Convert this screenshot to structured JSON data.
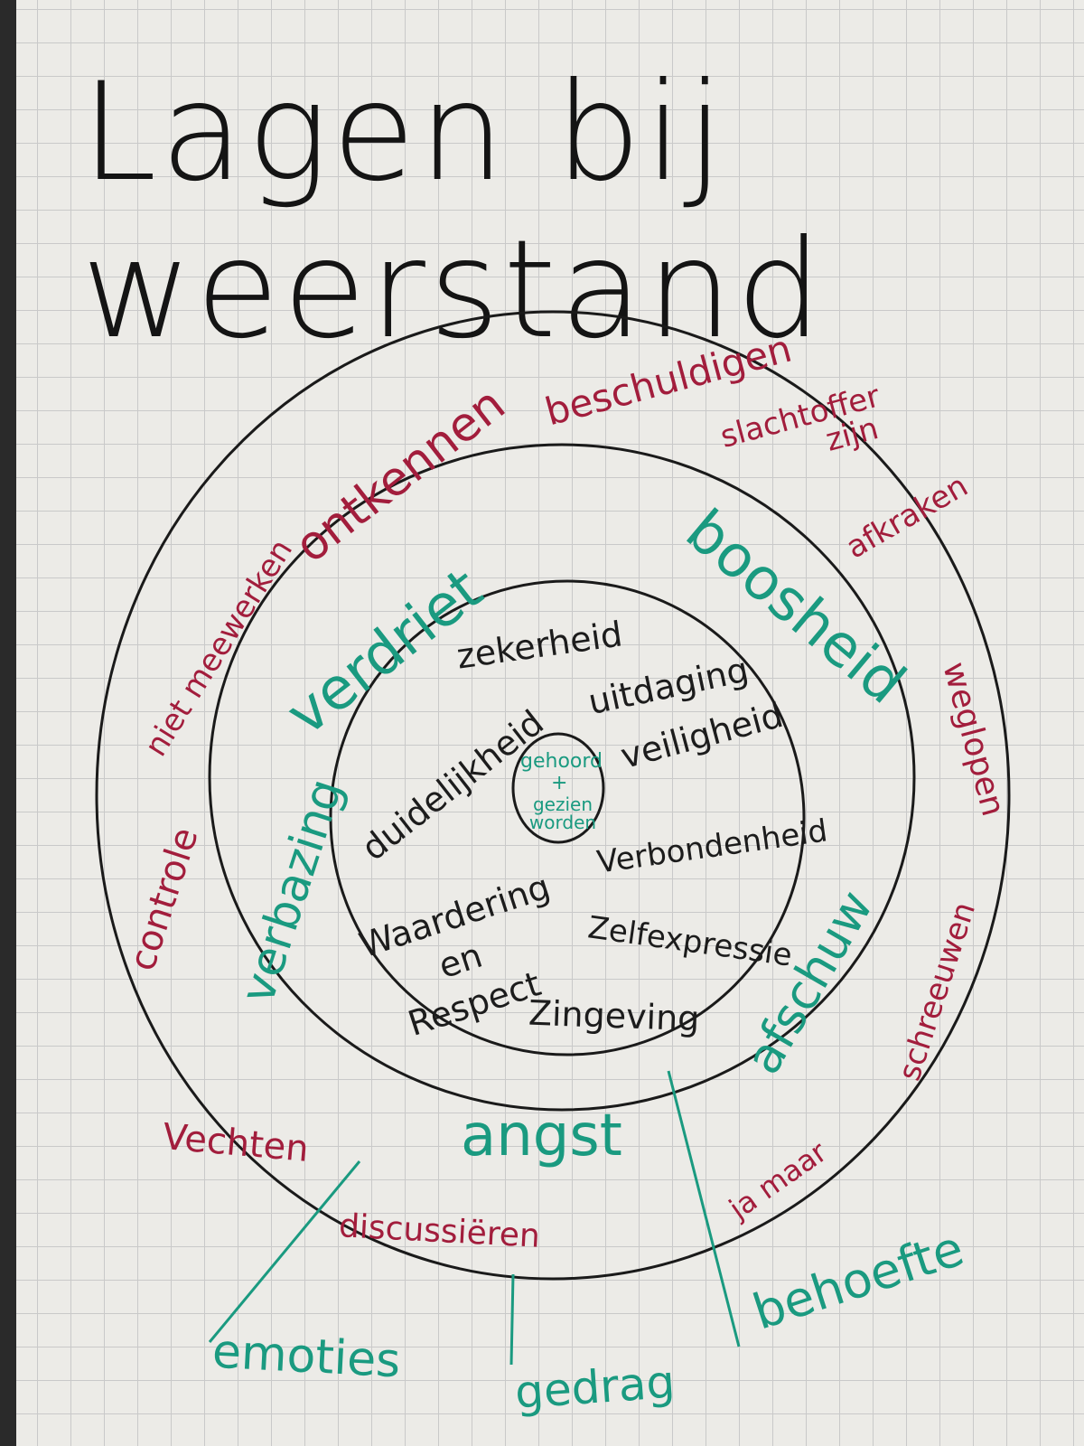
{
  "title": "Lagen bij weerstand",
  "colors": {
    "behavior": "#a21d3c",
    "emotion": "#1a9a80",
    "need": "#1c1c1c",
    "ink": "#141414"
  },
  "rings": {
    "outer_behavior": [
      "beschuldigen",
      "slachtoffer zijn",
      "afkraken",
      "weglopen",
      "schreeuwen",
      "ja maar",
      "discussiëren",
      "Vechten",
      "controle",
      "niet meewerken",
      "ontkennen"
    ],
    "middle_emotions": [
      "boosheid",
      "afschuw",
      "angst",
      "verbazing",
      "verdriet"
    ],
    "inner_needs": [
      "zekerheid",
      "uitdaging",
      "veiligheid",
      "duidelijkheid",
      "Verbondenheid",
      "Waardering en Respect",
      "Zelfexpressie",
      "Zingeving"
    ],
    "core": [
      "gehoord",
      "+",
      "gezien worden"
    ]
  },
  "labels": {
    "emotions": "emoties",
    "behavior": "gedrag",
    "need": "behoefte"
  }
}
